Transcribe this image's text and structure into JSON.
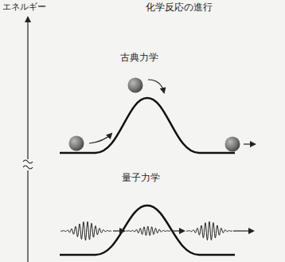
{
  "diagram": {
    "labels": [
      "エネルギー",
      "化学反応の進行",
      "古典力学",
      "量子力学"
    ]
  }
}
